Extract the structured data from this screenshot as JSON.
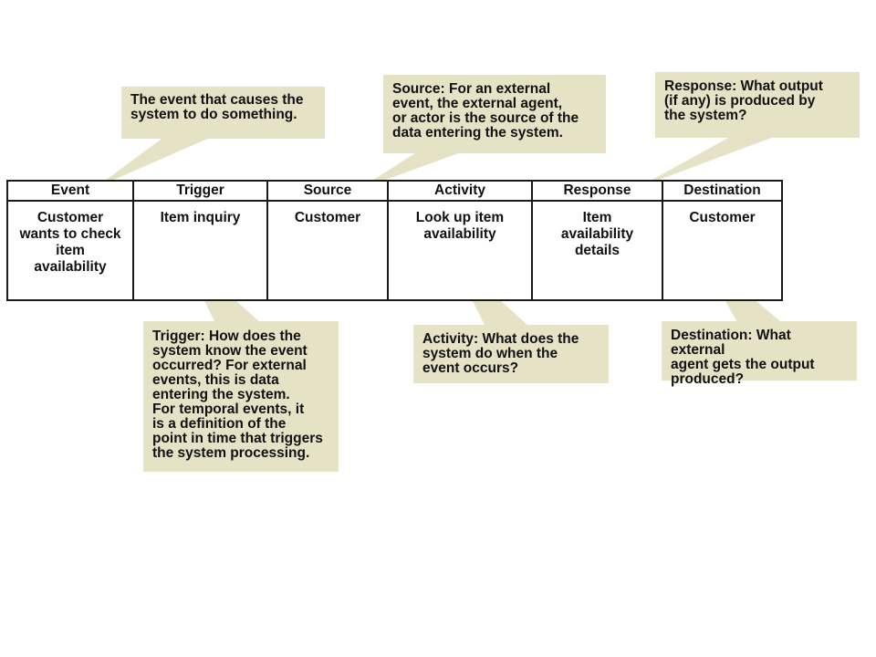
{
  "table": {
    "headers": [
      "Event",
      "Trigger",
      "Source",
      "Activity",
      "Response",
      "Destination"
    ],
    "cells": [
      "Customer\nwants to check\nitem\navailability",
      "Item inquiry",
      "Customer",
      "Look up item\navailability",
      "Item\navailability\ndetails",
      "Customer"
    ]
  },
  "callouts": {
    "event": "The event that causes the\nsystem to do something.",
    "source": "Source: For an external\nevent, the external agent,\nor actor is the source of the\ndata entering the system.",
    "response": "Response: What output\n(if any) is produced by\nthe system?",
    "trigger": "Trigger: How does the\nsystem know the event\noccurred? For external\nevents, this is data\nentering the system.\nFor temporal events, it\nis a definition of the\npoint in time that triggers\nthe system processing.",
    "activity": "Activity: What does the\nsystem do when the\nevent occurs?",
    "destination": "Destination: What external\nagent gets the output\nproduced?"
  },
  "colors": {
    "callout_fill": "#e6e2c6",
    "border": "#1a1a1a"
  }
}
